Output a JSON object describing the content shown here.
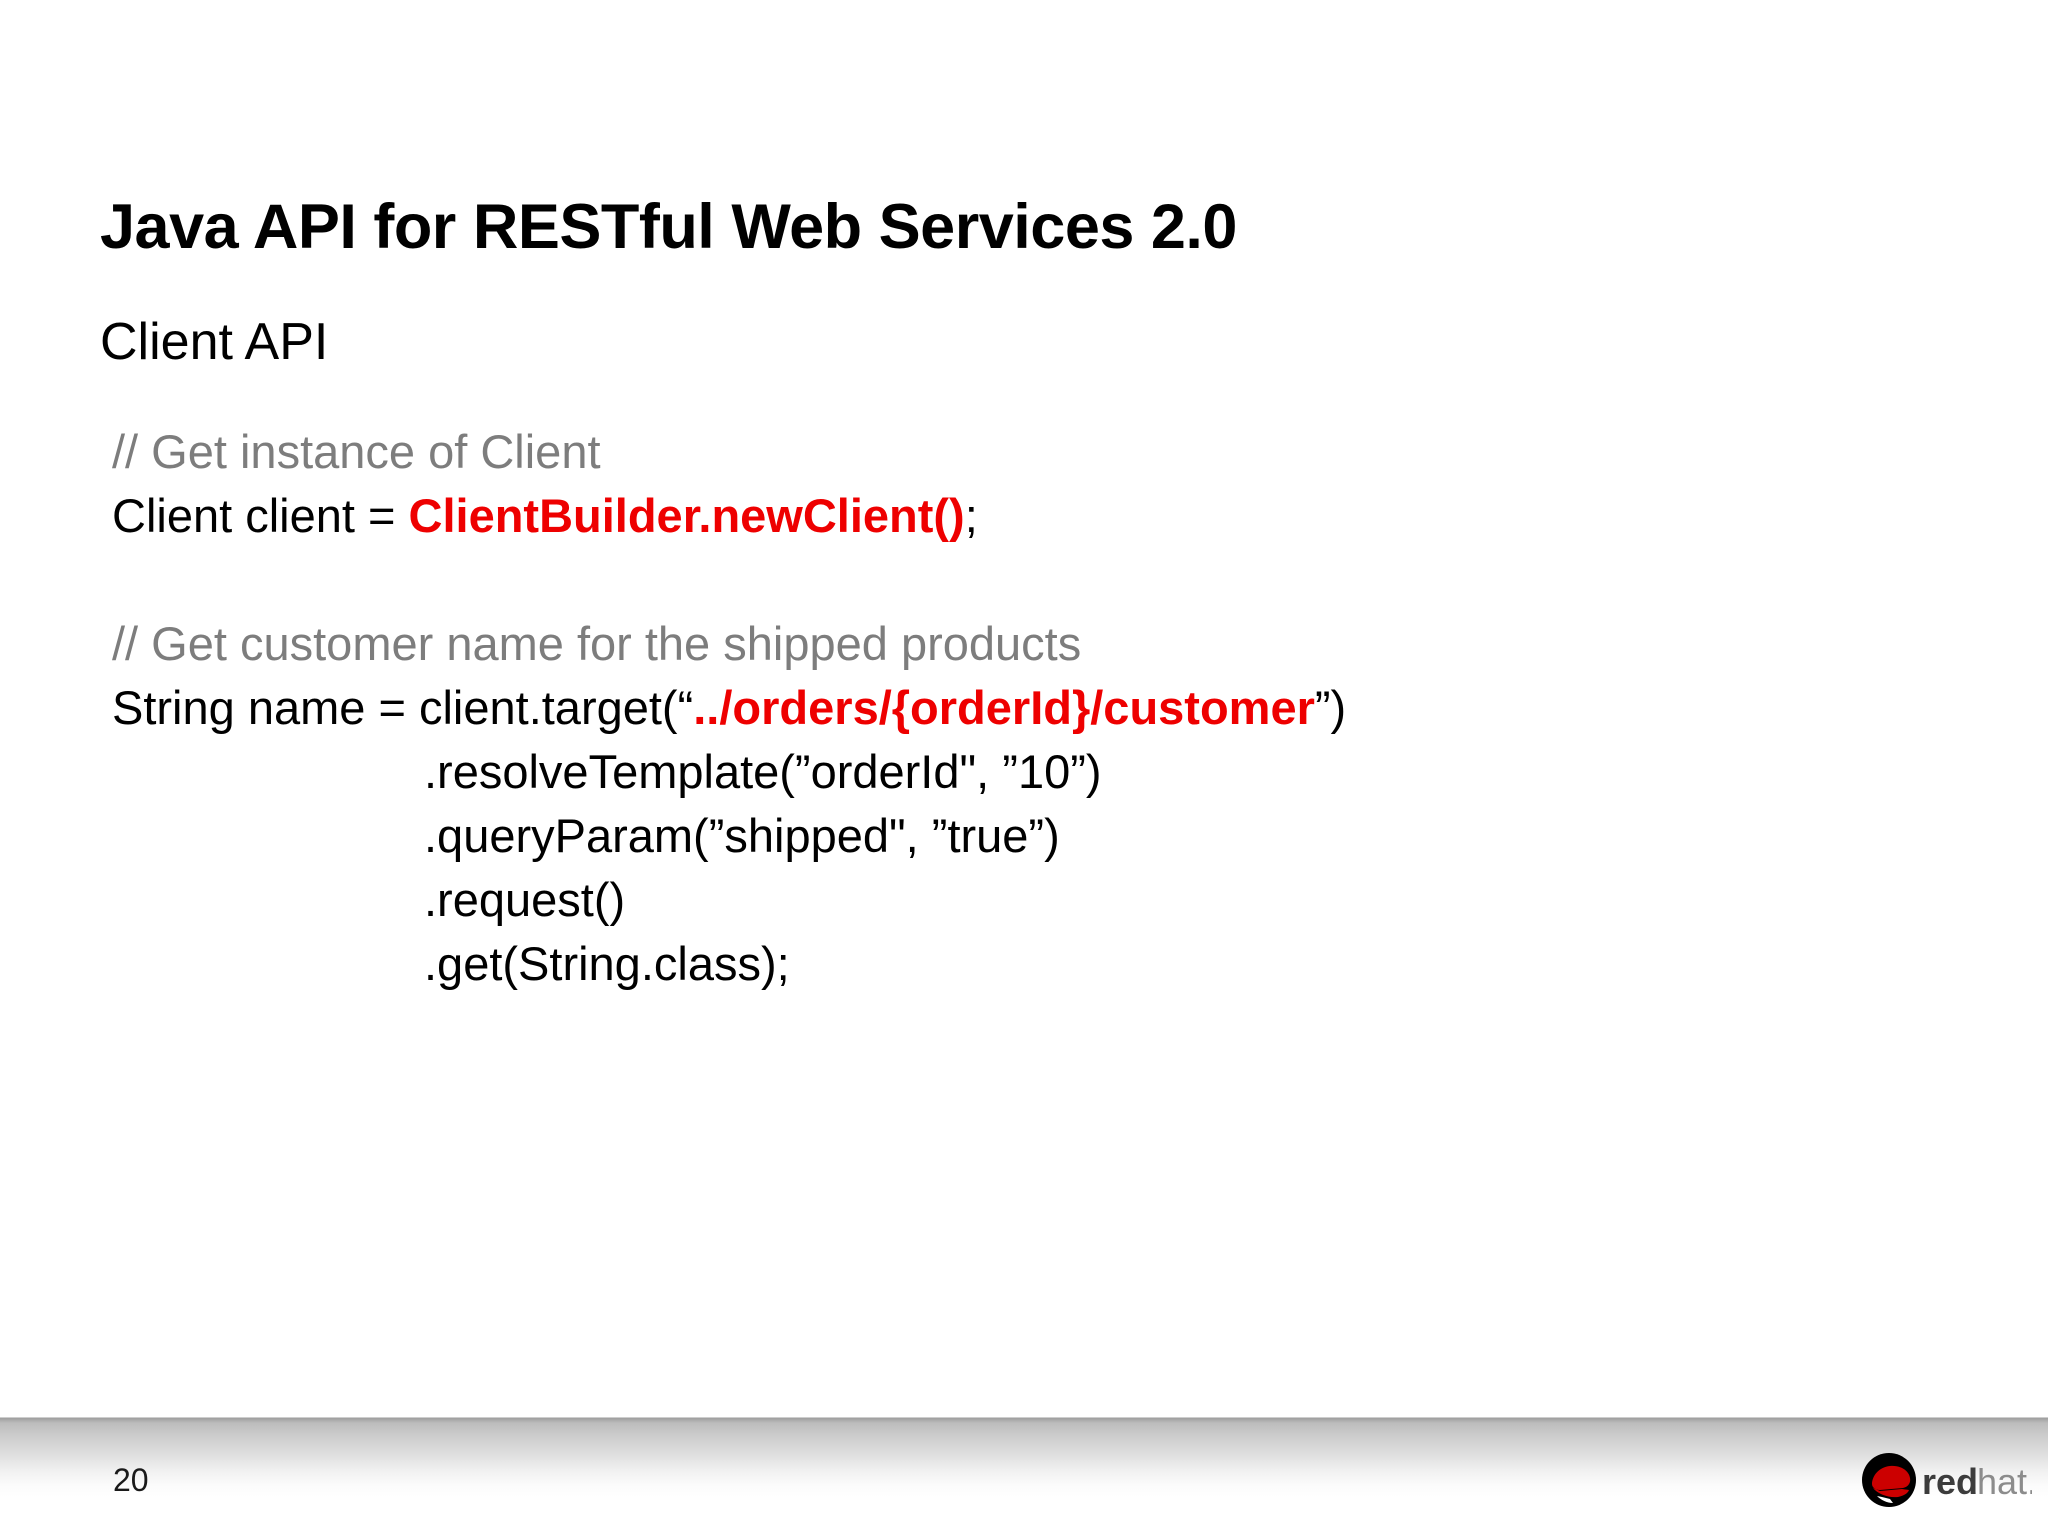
{
  "slide": {
    "title": "Java API for RESTful Web Services 2.0",
    "subtitle": "Client API",
    "page_number": "20",
    "background_color": "#ffffff",
    "accent_color": "#ee0000",
    "comment_color": "#7d7d7d",
    "text_color": "#000000"
  },
  "code": {
    "lines": [
      {
        "id": "comment-get-instance",
        "segments": [
          {
            "text": "// Get instance of Client",
            "style": "comment"
          }
        ]
      },
      {
        "id": "client-builder",
        "segments": [
          {
            "text": "Client client = ",
            "style": "plain"
          },
          {
            "text": "ClientBuilder.newClient()",
            "style": "highlight"
          },
          {
            "text": ";",
            "style": "plain"
          }
        ]
      },
      {
        "id": "spacer-1",
        "segments": []
      },
      {
        "id": "comment-get-customer",
        "segments": [
          {
            "text": "// Get customer name for the shipped products",
            "style": "comment"
          }
        ]
      },
      {
        "id": "client-target",
        "segments": [
          {
            "text": "String name = client.target(“",
            "style": "plain"
          },
          {
            "text": "../orders/{orderId}/customer",
            "style": "highlight"
          },
          {
            "text": "”)",
            "style": "plain"
          }
        ]
      },
      {
        "id": "resolve-template",
        "segments": [
          {
            "text": "",
            "style": "indent"
          },
          {
            "text": ".resolveTemplate(”orderId\", ”10”)",
            "style": "plain"
          }
        ]
      },
      {
        "id": "query-param",
        "segments": [
          {
            "text": "",
            "style": "indent"
          },
          {
            "text": ".queryParam(”shipped\", ”true”)",
            "style": "plain"
          }
        ]
      },
      {
        "id": "request",
        "segments": [
          {
            "text": "",
            "style": "indent"
          },
          {
            "text": ".request()",
            "style": "plain"
          }
        ]
      },
      {
        "id": "get-string-class",
        "segments": [
          {
            "text": "",
            "style": "indent"
          },
          {
            "text": ".get(String.class);",
            "style": "plain"
          }
        ]
      }
    ]
  },
  "logo": {
    "name": "redhat-logo",
    "word_bold": "red",
    "word_light": "hat",
    "period": ".",
    "hat_color": "#cc0000",
    "circle_color": "#000000",
    "text_bold_color": "#3c3c3c",
    "text_light_color": "#8c8c8c"
  }
}
